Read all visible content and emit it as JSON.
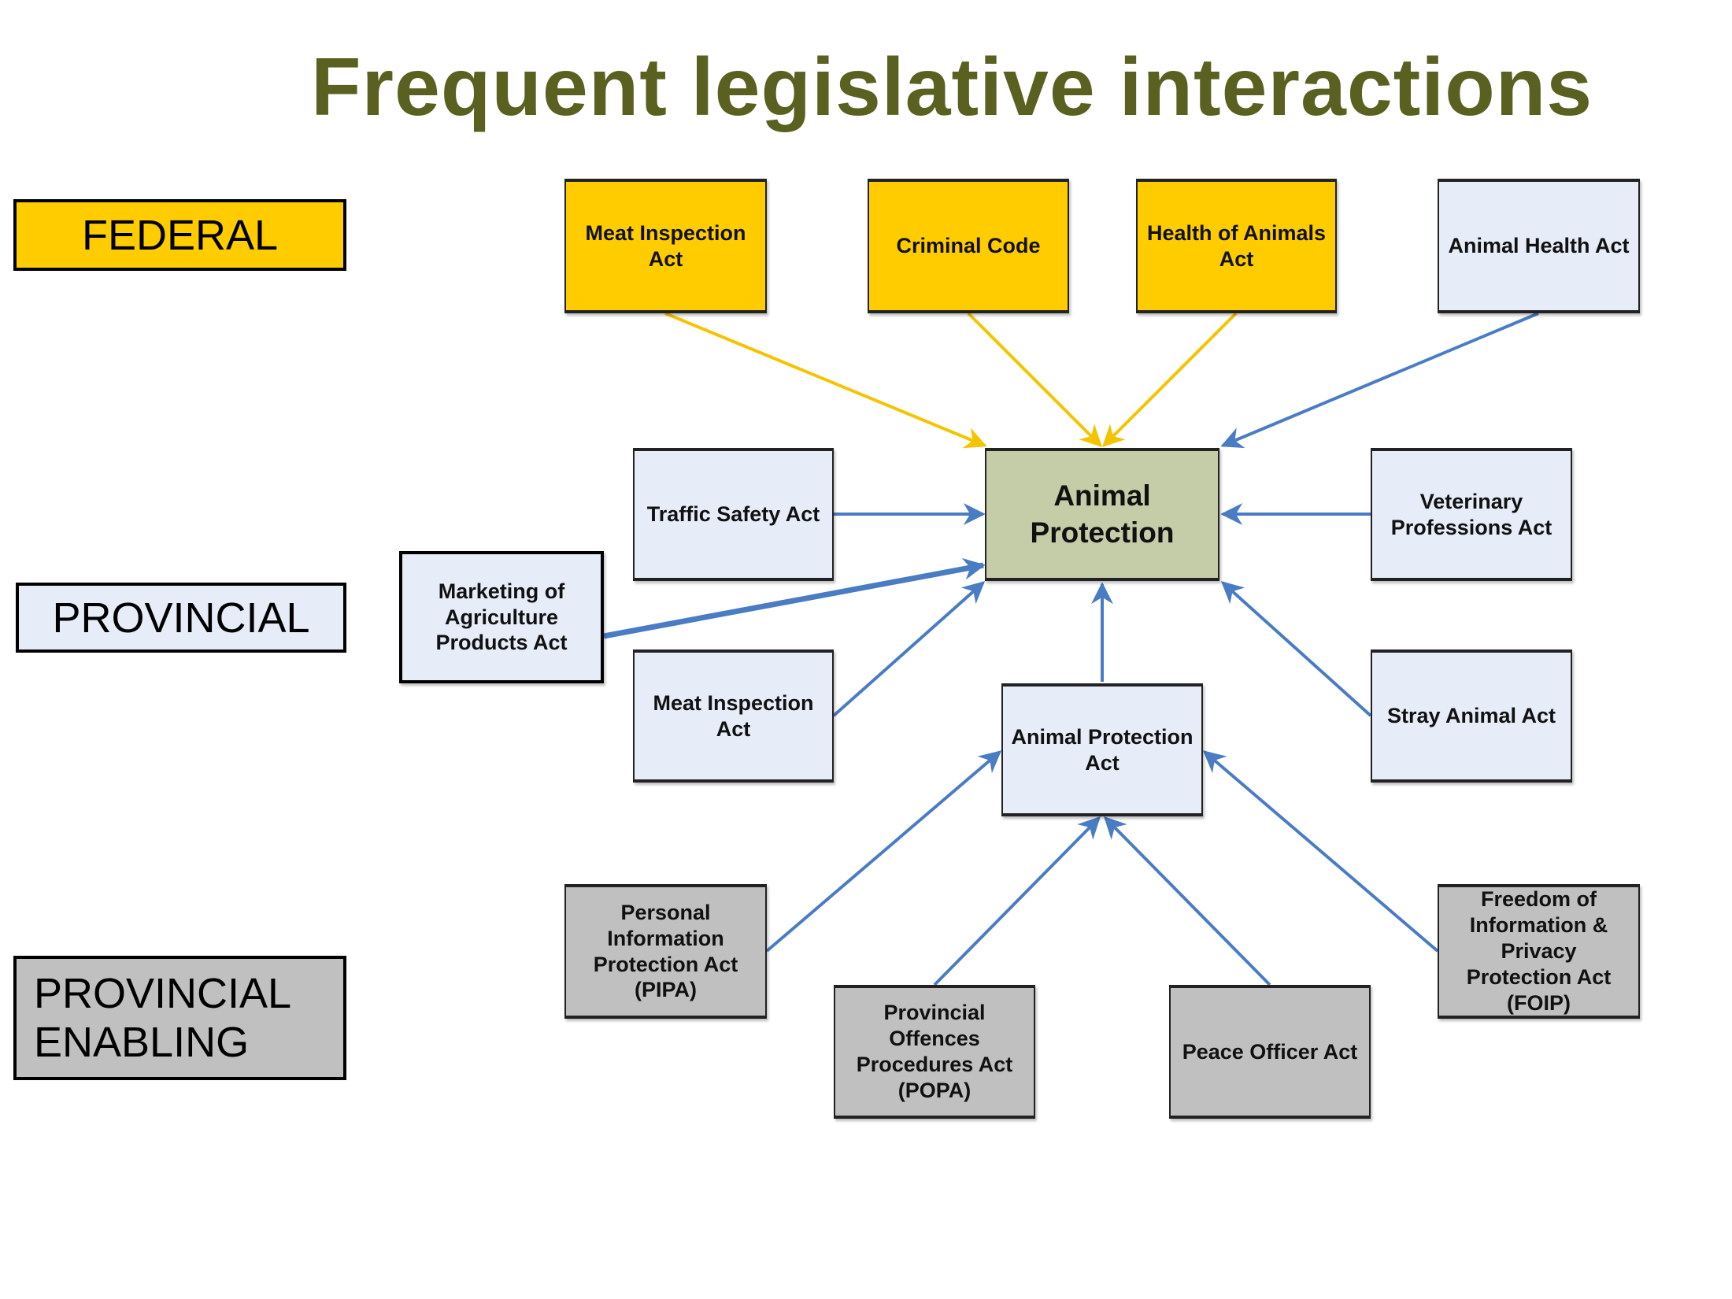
{
  "title": "Frequent legislative interactions",
  "legend": {
    "federal": "FEDERAL",
    "provincial": "PROVINCIAL",
    "provincial_enabling": "PROVINCIAL\nENABLING"
  },
  "colors": {
    "federal": "#ffcc00",
    "provincial": "#e6ecf8",
    "provincial_enabling": "#c0c0c0",
    "center": "#c4cca8",
    "federal_arrow": "#f5c400",
    "provincial_arrow": "#4a7cc4",
    "title": "#5a6020"
  },
  "nodes": {
    "center": "Animal\nProtection",
    "meat_inspection_fed": "Meat Inspection\nAct",
    "criminal_code": "Criminal Code",
    "health_of_animals": "Health of Animals\nAct",
    "animal_health": "Animal Health Act",
    "traffic_safety": "Traffic Safety Act",
    "veterinary": "Veterinary\nProfessions Act",
    "marketing": "Marketing of\nAgriculture\nProducts Act",
    "meat_inspection_prov": "Meat Inspection\nAct",
    "animal_protection_act": "Animal Protection\nAct",
    "stray_animal": "Stray Animal Act",
    "pipa": "Personal\nInformation\nProtection Act\n(PIPA)",
    "popa": "Provincial\nOffences\nProcedures Act\n(POPA)",
    "peace_officer": "Peace Officer Act",
    "foip": "Freedom of\nInformation &\nPrivacy\nProtection Act\n(FOIP)"
  },
  "edges": [
    {
      "from": "meat_inspection_fed",
      "to": "center",
      "type": "federal"
    },
    {
      "from": "criminal_code",
      "to": "center",
      "type": "federal"
    },
    {
      "from": "health_of_animals",
      "to": "center",
      "type": "federal"
    },
    {
      "from": "animal_health",
      "to": "center",
      "type": "provincial"
    },
    {
      "from": "traffic_safety",
      "to": "center",
      "type": "provincial"
    },
    {
      "from": "veterinary",
      "to": "center",
      "type": "provincial"
    },
    {
      "from": "marketing",
      "to": "center",
      "type": "provincial"
    },
    {
      "from": "meat_inspection_prov",
      "to": "center",
      "type": "provincial"
    },
    {
      "from": "animal_protection_act",
      "to": "center",
      "type": "provincial"
    },
    {
      "from": "stray_animal",
      "to": "center",
      "type": "provincial"
    },
    {
      "from": "pipa",
      "to": "animal_protection_act",
      "type": "provincial"
    },
    {
      "from": "popa",
      "to": "animal_protection_act",
      "type": "provincial"
    },
    {
      "from": "peace_officer",
      "to": "animal_protection_act",
      "type": "provincial"
    },
    {
      "from": "foip",
      "to": "animal_protection_act",
      "type": "provincial"
    }
  ]
}
